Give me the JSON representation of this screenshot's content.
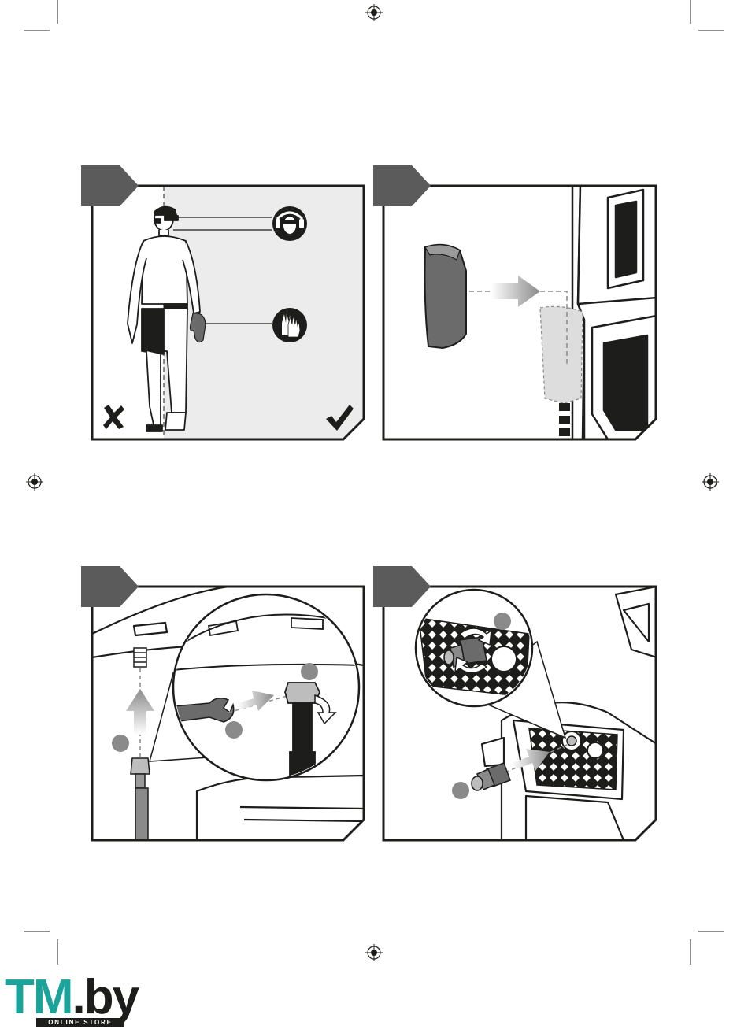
{
  "logo": {
    "brand_part1": "TM",
    "brand_part2": ".by",
    "tagline": "ONLINE STORE",
    "brand_color": "#1aa39a",
    "dark_color": "#1d1d1b"
  },
  "panels": [
    {
      "id": "protective-equipment",
      "icons": [
        "goggles-ear-protection-icon",
        "gloves-icon",
        "cross-icon",
        "check-icon"
      ]
    },
    {
      "id": "accessory-attach",
      "icons": [
        "right-arrow-icon"
      ]
    },
    {
      "id": "hose-connection",
      "icons": [
        "up-arrow-icon",
        "right-arrow-icon",
        "wrench-icon"
      ]
    },
    {
      "id": "inlet-connector",
      "icons": [
        "rotate-icon",
        "right-arrow-icon"
      ]
    }
  ],
  "colors": {
    "ink": "#1d1d1b",
    "badge": "#5b5b5b",
    "panel_shade": "#ececec",
    "marker": "#8a8a8a"
  }
}
